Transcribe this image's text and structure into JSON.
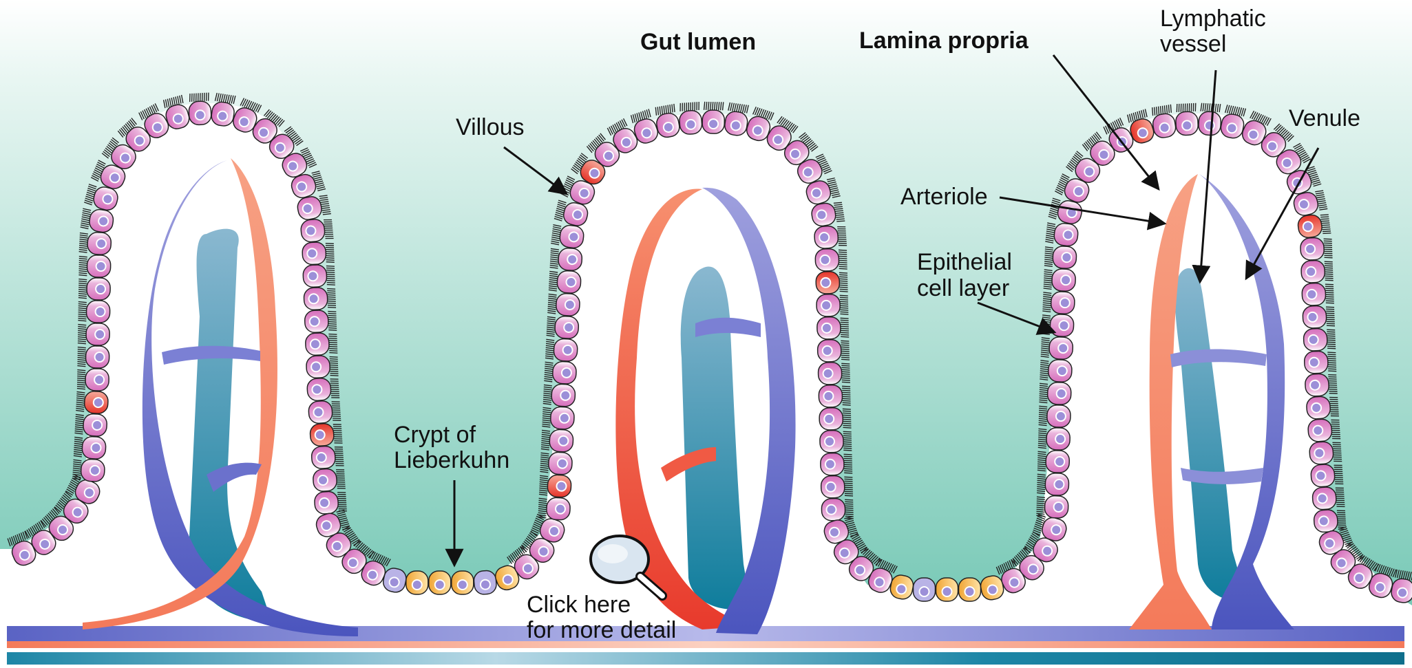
{
  "labels": {
    "gut_lumen": "Gut lumen",
    "lamina_propria": "Lamina propria",
    "lymphatic_vessel": [
      "Lymphatic",
      "vessel"
    ],
    "venule": "Venule",
    "villous": "Villous",
    "arteriole": "Arteriole",
    "epithelial_cell_layer": [
      "Epithelial",
      "cell layer"
    ],
    "crypt": [
      "Crypt of",
      "Lieberkuhn"
    ],
    "click_here": [
      "Click here",
      "for more detail"
    ]
  },
  "colors": {
    "lumen_top": "#ffffff",
    "lumen_bottom": "#6cc4b0",
    "cell_pink": "#d77fc0",
    "nucleus": "#9c8fd8",
    "goblet_red": "#e53e2e",
    "crypt_orange": "#f2b24a",
    "crypt_lavender": "#b9b3e6",
    "artery": "#f2836b",
    "vein": "#5a63c4",
    "lymph": "#1d86a6"
  },
  "icons": {
    "magnifier": "magnifier-icon"
  }
}
